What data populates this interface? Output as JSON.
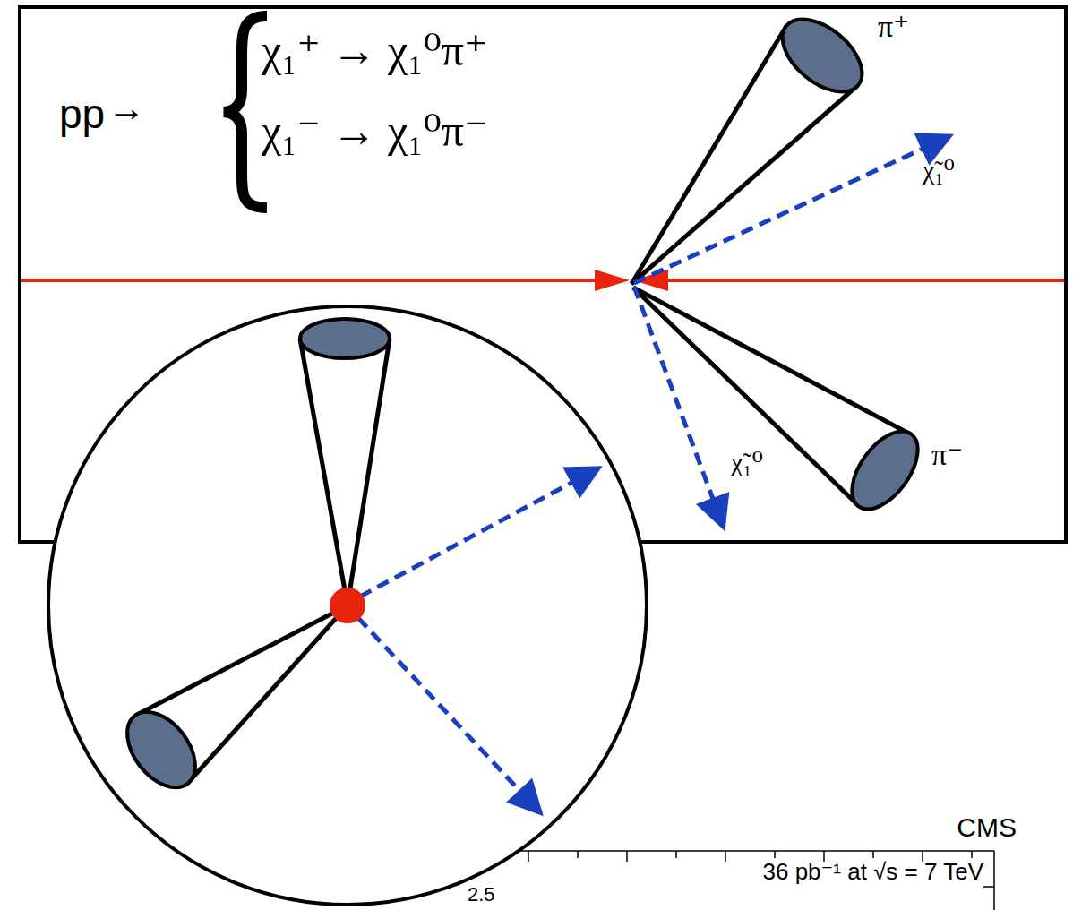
{
  "diagram": {
    "labels": [
      "pp",
      "→",
      "χ₁⁺ → χ₁⁰π⁺",
      "χ₁⁻ → χ₁⁰π⁻",
      "π⁺",
      "χ̃₁⁰",
      "χ̃₁⁰",
      "π⁻",
      "CMS",
      "36 pb⁻¹ at √s = 7 TeV",
      "2.5"
    ]
  }
}
